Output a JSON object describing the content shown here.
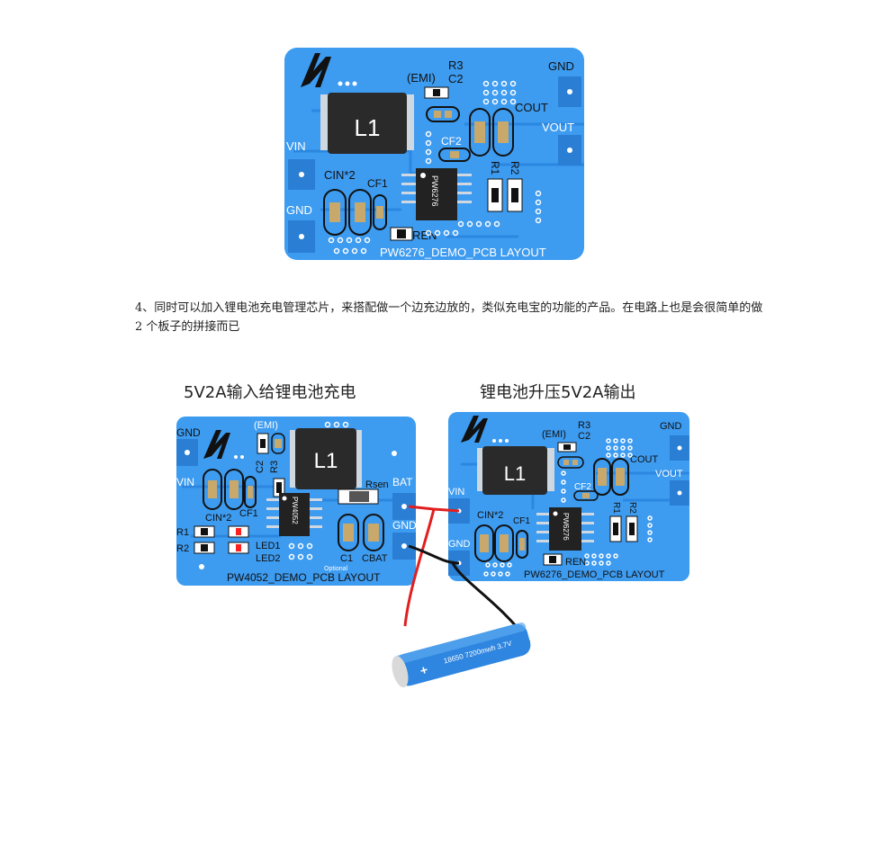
{
  "top_board": {
    "labels": {
      "emi": "(EMI)",
      "r3": "R3",
      "c2": "C2",
      "gnd_top": "GND",
      "cout": "COUT",
      "vout": "VOUT",
      "vin": "VIN",
      "l1": "L1",
      "cf2": "CF2",
      "r1": "R1",
      "r2": "R2",
      "chip": "PW6276",
      "cin": "CIN*2",
      "cf1": "CF1",
      "gnd_left": "GND",
      "ren": "REN",
      "footer": "PW6276_DEMO_PCB LAYOUT"
    }
  },
  "paragraph": "4、同时可以加入锂电池充电管理芯片，来搭配做一个边充边放的，类似充电宝的功能的产品。在电路上也是会很简单的做 2 个板子的拼接而已",
  "captions": {
    "left": "5V2A输入给锂电池充电",
    "right": "锂电池升压5V2A输出"
  },
  "charger_board": {
    "labels": {
      "gnd_top": "GND",
      "emi": "(EMI)",
      "l1": "L1",
      "c2": "C2",
      "r3": "R3",
      "vin": "VIN",
      "rsen": "Rsen",
      "bat": "BAT",
      "chip": "PW4052",
      "gnd_right": "GND",
      "cin": "CIN*2",
      "cf1": "CF1",
      "r1": "R1",
      "r2": "R2",
      "led1": "LED1",
      "led2": "LED2",
      "c1": "C1",
      "cbat": "CBAT",
      "optional": "Optional",
      "footer": "PW4052_DEMO_PCB LAYOUT"
    }
  },
  "boost_board": {
    "labels": {
      "emi": "(EMI)",
      "r3": "R3",
      "c2": "C2",
      "gnd_top": "GND",
      "cout": "COUT",
      "vout": "VOUT",
      "vin": "VIN",
      "l1": "L1",
      "cf2": "CF2",
      "cin": "CIN*2",
      "cf1": "CF1",
      "r1": "R1",
      "r2": "R2",
      "chip": "PW6276",
      "gnd_left": "GND",
      "ren": "REN",
      "footer": "PW6276_DEMO_PCB LAYOUT"
    }
  },
  "battery": {
    "label": "18650 7200mwh 3.7V",
    "plus": "+"
  },
  "colors": {
    "pcb_blue": "#3d9bf0",
    "pcb_edge": "#2b84dc",
    "trace": "#2b87e0",
    "white": "#ffffff",
    "pad_gold": "#c9a96b",
    "inductor": "#2a2a2a",
    "wire_red": "#e02020",
    "wire_black": "#111111",
    "battery_blue": "#2f86e0",
    "led_red": "#ff2020"
  }
}
